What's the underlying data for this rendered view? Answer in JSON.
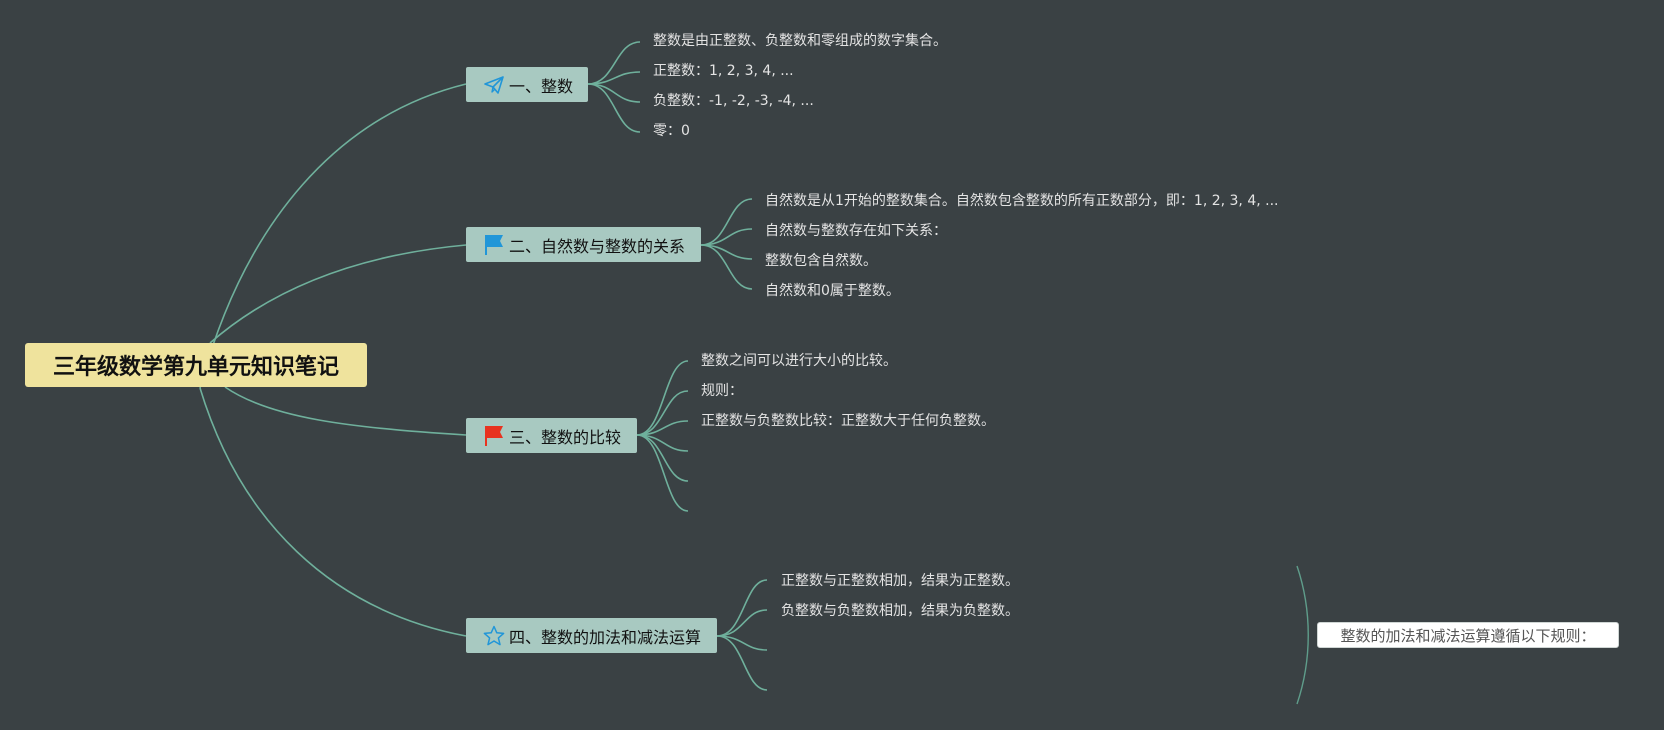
{
  "root": {
    "title": "三年级数学第九单元知识笔记"
  },
  "branches": [
    {
      "title": "一、整数",
      "icon": "paper-plane-icon",
      "items": [
        "整数是由正整数、负整数和零组成的数字集合。",
        "正整数：1, 2, 3, 4, ...",
        "负整数：-1, -2, -3, -4, ...",
        "零：0"
      ]
    },
    {
      "title": "二、自然数与整数的关系",
      "icon": "blue-flag-icon",
      "items": [
        "自然数是从1开始的整数集合。自然数包含整数的所有正数部分，即：1, 2, 3, 4, ...",
        "自然数与整数存在如下关系：",
        "整数包含自然数。",
        "自然数和0属于整数。"
      ]
    },
    {
      "title": "三、整数的比较",
      "icon": "red-flag-icon",
      "items": [
        "整数之间可以进行大小的比较。",
        "规则：",
        "正整数与负整数比较：正整数大于任何负整数。"
      ]
    },
    {
      "title": "四、整数的加法和减法运算",
      "icon": "star-icon",
      "items": [
        "正整数与正整数相加，结果为正整数。",
        "负整数与负整数相加，结果为负整数。"
      ]
    }
  ],
  "summary": {
    "text": "整数的加法和减法运算遵循以下规则："
  },
  "colors": {
    "background": "#3a4144",
    "connector": "#6fb09c",
    "root_fill": "#efe39d",
    "branch_fill": "#a8c9c1",
    "leaf_text": "#e4e4e4",
    "icon_blue": "#2196d8",
    "icon_red": "#e8321f"
  }
}
